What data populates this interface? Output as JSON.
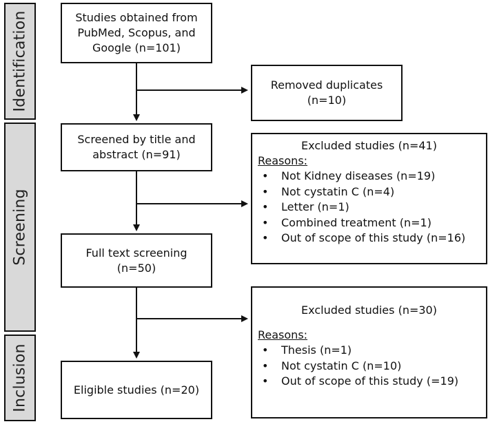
{
  "phases": {
    "identification": "Identification",
    "screening": "Screening",
    "inclusion": "Inclusion"
  },
  "boxes": {
    "identified": [
      "Studies obtained from",
      "PubMed, Scopus, and",
      "Google (n=101)"
    ],
    "duplicates": [
      "Removed duplicates",
      "(n=10)"
    ],
    "screened": [
      "Screened by title and",
      "abstract (n=91)"
    ],
    "fulltext": [
      "Full text screening",
      "(n=50)"
    ],
    "eligible": [
      "Eligible studies (n=20)"
    ]
  },
  "excluded1": {
    "title": "Excluded studies (n=41)",
    "reasons_label": "Reasons:",
    "bullet": "•",
    "items": [
      "Not Kidney diseases (n=19)",
      "Not cystatin C (n=4)",
      "Letter (n=1)",
      "Combined treatment (n=1)",
      "Out of scope of this study (n=16)"
    ]
  },
  "excluded2": {
    "title": "Excluded studies (n=30)",
    "reasons_label": "Reasons:",
    "bullet": "•",
    "items": [
      "Thesis (n=1)",
      "Not cystatin C (n=10)",
      "Out of scope of this study (=19)"
    ]
  }
}
